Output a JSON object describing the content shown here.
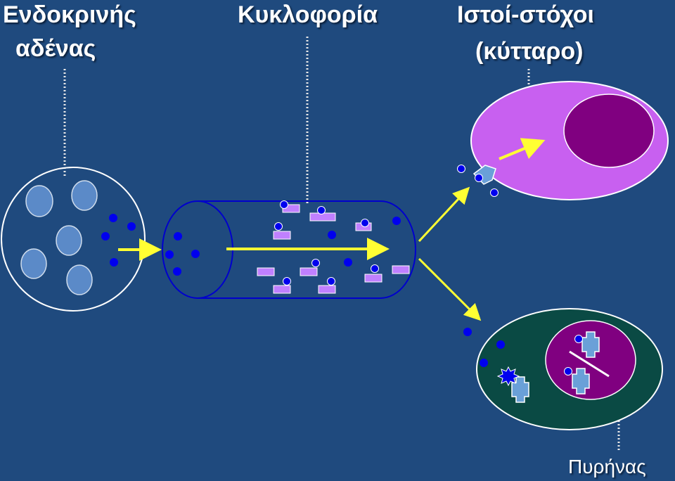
{
  "labels": {
    "gland_line1": "Ενδοκρινής",
    "gland_line2": "αδένας",
    "circulation": "Κυκλοφορία",
    "target_line1": "Ιστοί-στόχοι",
    "target_line2": "(κύτταρο)",
    "nucleus": "Πυρήνας"
  },
  "colors": {
    "background": "#1f4a7e",
    "arrow": "#ffff33",
    "hormone": "#0000ee",
    "carrier_protein": "#c080ff",
    "target_cell": "#c860f0",
    "nucleus": "#800080",
    "second_cell": "#0a4a44",
    "receptor": "#6aa0d8",
    "gland_vesicle": "#5b8ac8"
  }
}
